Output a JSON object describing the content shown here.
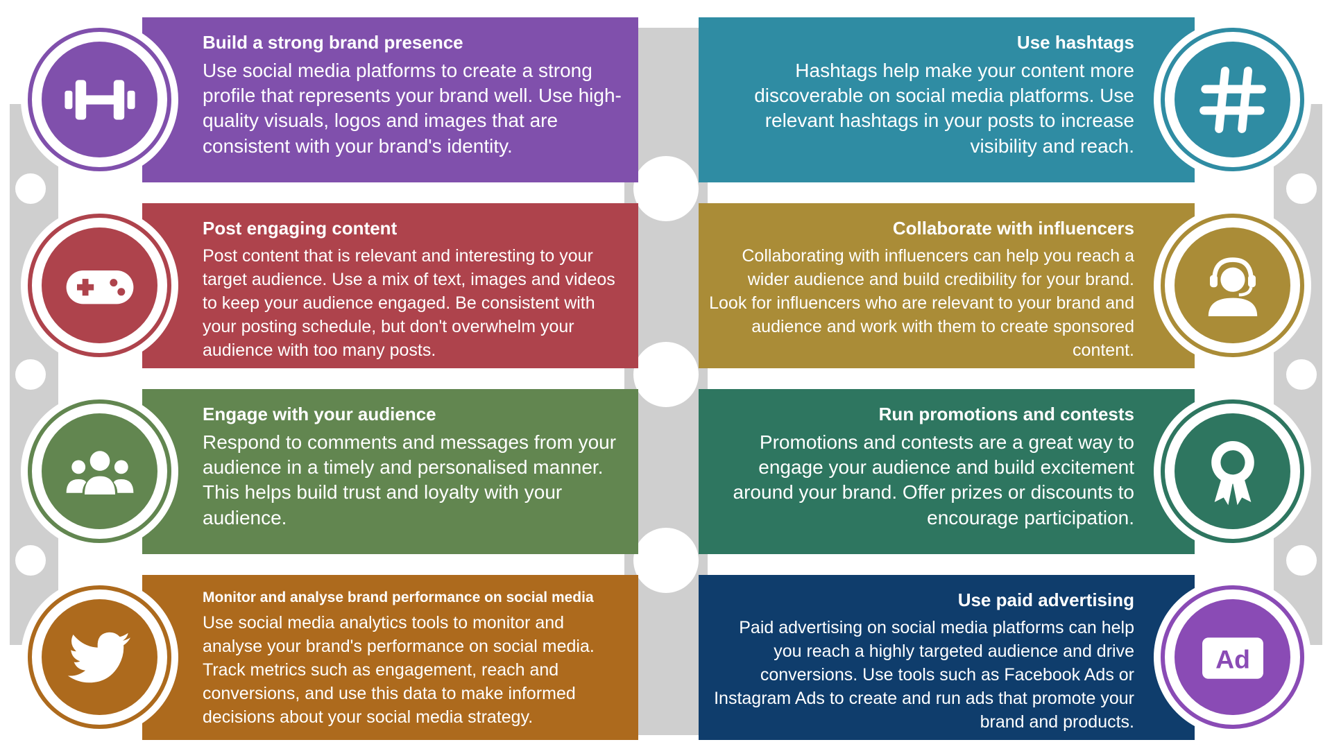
{
  "colors": {
    "purple": "#8050ac",
    "red": "#ae434c",
    "green": "#628650",
    "orange": "#ad6a1d",
    "teal": "#2f8ca3",
    "gold": "#aa8c37",
    "darkgreen": "#2e7660",
    "navy": "#0f3d6c",
    "connector": "#cfcfcf"
  },
  "left": [
    {
      "title": "Build a strong brand presence",
      "text": "Use social media platforms to create a strong profile that represents your brand well. Use high-quality visuals, logos and images that are consistent with your brand's identity.",
      "icon": "dumbbell-icon",
      "color": "#8050ac"
    },
    {
      "title": "Post engaging content",
      "text": "Post content that is relevant and interesting to your target audience. Use a mix of text, images and videos to keep your audience engaged. Be consistent with your posting schedule, but don't overwhelm your audience with too many posts.",
      "icon": "gamepad-icon",
      "color": "#ae434c"
    },
    {
      "title": "Engage with your audience",
      "text": "Respond to comments and messages from your audience in a timely and personalised manner. This helps build trust and loyalty with your audience.",
      "icon": "users-icon",
      "color": "#628650"
    },
    {
      "title": "Monitor and analyse brand performance on social media",
      "text": "Use social media analytics tools to monitor and analyse your brand's performance on social media. Track metrics such as engagement, reach and conversions, and use this data to make informed decisions about your social media strategy.",
      "icon": "twitter-icon",
      "color": "#ad6a1d"
    }
  ],
  "right": [
    {
      "title": "Use hashtags",
      "text": "Hashtags help make your content more discoverable on social media platforms. Use relevant hashtags in your posts to increase visibility and reach.",
      "icon": "hashtag-icon",
      "color": "#2f8ca3"
    },
    {
      "title": "Collaborate with influencers",
      "text": "Collaborating with influencers can help you reach a wider audience and build credibility for your brand. Look for influencers who are relevant to your brand and audience and work with them to create sponsored content.",
      "icon": "headset-icon",
      "color": "#aa8c37"
    },
    {
      "title": "Run promotions and contests",
      "text": "Promotions and contests are a great way to engage your audience and build excitement around your brand. Offer prizes or discounts to encourage participation.",
      "icon": "award-icon",
      "color": "#2e7660"
    },
    {
      "title": "Use paid advertising",
      "text": "Paid advertising on social media platforms can help you reach a highly targeted audience and drive conversions. Use tools such as Facebook Ads or Instagram Ads to create and run ads that promote your brand and products.",
      "icon": "ad-icon",
      "icon_text": "Ad",
      "color": "#0f3d6c",
      "icon_color": "#8a4bb5"
    }
  ]
}
